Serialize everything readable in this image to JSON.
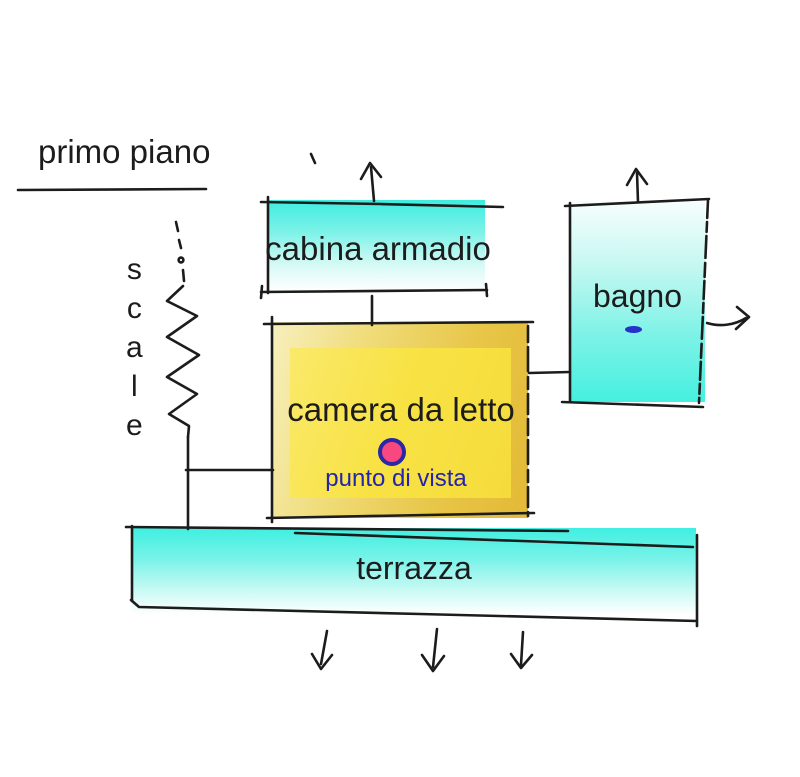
{
  "title": {
    "text": "primo piano"
  },
  "rooms": {
    "cabina_armadio": {
      "label": "cabina armadio"
    },
    "bagno": {
      "label": "bagno"
    },
    "camera_da_letto": {
      "label": "camera da letto"
    },
    "terrazza": {
      "label": "terrazza"
    },
    "scale": {
      "label": "scale"
    }
  },
  "viewpoint": {
    "label": "punto di vista"
  },
  "icons": {
    "arrows_up": [
      "cabina-armadio-exit",
      "bagno-exit-top"
    ],
    "arrow_right": "bagno-exit-right",
    "arrows_down": [
      "terrazza-exit-left",
      "terrazza-exit-center",
      "terrazza-exit-right"
    ],
    "stairs_symbol": "zigzag"
  },
  "colors": {
    "ink": "#1c1c1c",
    "cyan": "#3EEDE0",
    "cyan-bright": "#45F0E0",
    "yellow-inner": "#F8E243",
    "gold-dark": "#E3B935",
    "pink": "#F9487F",
    "navy-ring": "#2B28A6",
    "blue-label": "#2424AC",
    "blue-dash": "#2433C8",
    "underline": "#26264f"
  }
}
